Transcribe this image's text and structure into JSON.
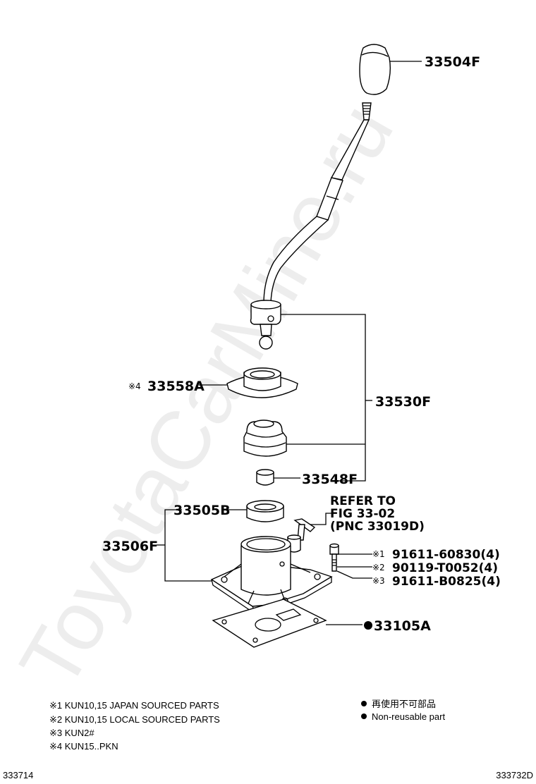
{
  "watermark": "ToyotaCarMine.ru",
  "parts": {
    "knob": "33504F",
    "seat": "33558A",
    "seat_mark": "※4",
    "assembly": "33530F",
    "bush": "33548F",
    "boot": "33505B",
    "retainer": "33506F",
    "gasket": "33105A",
    "refer": [
      "REFER TO",
      "FIG 33-02",
      "(PNC 33019D)"
    ],
    "bolts": [
      {
        "mark": "※1",
        "code": "91611-60830(4)"
      },
      {
        "mark": "※2",
        "code": "90119-T0052(4)"
      },
      {
        "mark": "※3",
        "code": "91611-B0825(4)"
      }
    ]
  },
  "notes": [
    "※1 KUN10,15  JAPAN SOURCED PARTS",
    "※2 KUN10,15  LOCAL SOURCED PARTS",
    "※3 KUN2#",
    "※4 KUN15..PKN"
  ],
  "legend": {
    "jp": "再使用不可部品",
    "en": "Non-reusable part"
  },
  "footer": {
    "left": "333714",
    "right": "333732D"
  }
}
